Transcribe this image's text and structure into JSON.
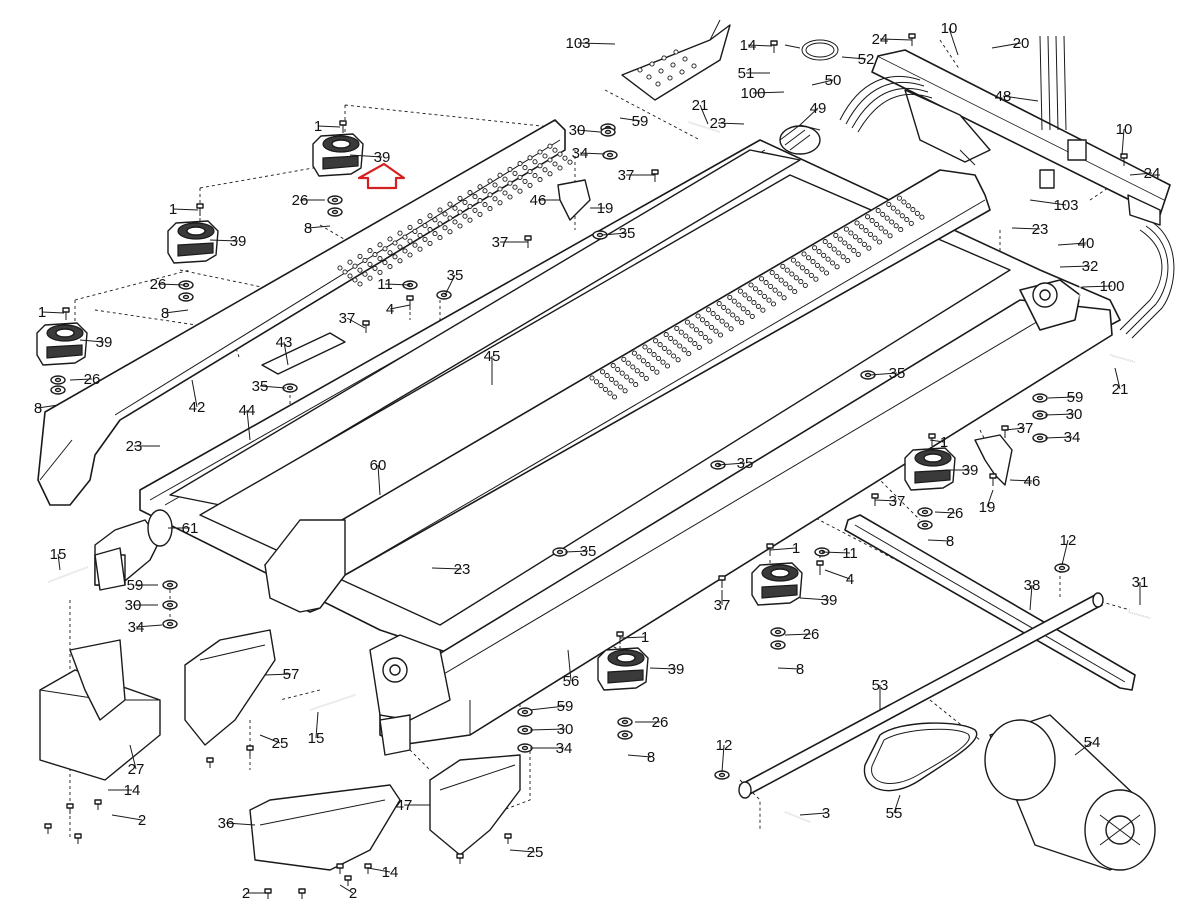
{
  "diagram": {
    "type": "exploded-parts-diagram",
    "highlight": {
      "part": "39",
      "color": "#d42020",
      "shape": "up-arrow"
    },
    "callouts": [
      {
        "id": "c1",
        "label": "103"
      },
      {
        "id": "c2",
        "label": "14"
      },
      {
        "id": "c3",
        "label": "52"
      },
      {
        "id": "c4",
        "label": "24"
      },
      {
        "id": "c5",
        "label": "10"
      },
      {
        "id": "c6",
        "label": "20"
      },
      {
        "id": "c7",
        "label": "51"
      },
      {
        "id": "c8",
        "label": "50"
      },
      {
        "id": "c9",
        "label": "100"
      },
      {
        "id": "c10",
        "label": "49"
      },
      {
        "id": "c11",
        "label": "48"
      },
      {
        "id": "c12",
        "label": "21"
      },
      {
        "id": "c13",
        "label": "59"
      },
      {
        "id": "c14",
        "label": "23"
      },
      {
        "id": "c15",
        "label": "30"
      },
      {
        "id": "c16",
        "label": "34"
      },
      {
        "id": "c17",
        "label": "37"
      },
      {
        "id": "c18",
        "label": "1"
      },
      {
        "id": "c19",
        "label": "39"
      },
      {
        "id": "c20",
        "label": "26"
      },
      {
        "id": "c21",
        "label": "8"
      },
      {
        "id": "c22",
        "label": "46"
      },
      {
        "id": "c23",
        "label": "19"
      },
      {
        "id": "c24",
        "label": "35"
      },
      {
        "id": "c25",
        "label": "10"
      },
      {
        "id": "c26",
        "label": "24"
      },
      {
        "id": "c27",
        "label": "103"
      },
      {
        "id": "c28",
        "label": "23"
      },
      {
        "id": "c29",
        "label": "40"
      },
      {
        "id": "c30",
        "label": "32"
      },
      {
        "id": "c31",
        "label": "100"
      },
      {
        "id": "c32",
        "label": "1"
      },
      {
        "id": "c33",
        "label": "39"
      },
      {
        "id": "c34",
        "label": "26"
      },
      {
        "id": "c35",
        "label": "8"
      },
      {
        "id": "c36",
        "label": "37"
      },
      {
        "id": "c37",
        "label": "1"
      },
      {
        "id": "c38",
        "label": "39"
      },
      {
        "id": "c39",
        "label": "26"
      },
      {
        "id": "c40",
        "label": "8"
      },
      {
        "id": "c41",
        "label": "11"
      },
      {
        "id": "c42",
        "label": "4"
      },
      {
        "id": "c43",
        "label": "35"
      },
      {
        "id": "c44",
        "label": "37"
      },
      {
        "id": "c45",
        "label": "43"
      },
      {
        "id": "c46",
        "label": "45"
      },
      {
        "id": "c47",
        "label": "42"
      },
      {
        "id": "c48",
        "label": "44"
      },
      {
        "id": "c49",
        "label": "35"
      },
      {
        "id": "c50",
        "label": "23"
      },
      {
        "id": "c51",
        "label": "60"
      },
      {
        "id": "c52",
        "label": "61"
      },
      {
        "id": "c53",
        "label": "15"
      },
      {
        "id": "c54",
        "label": "59"
      },
      {
        "id": "c55",
        "label": "30"
      },
      {
        "id": "c56",
        "label": "34"
      },
      {
        "id": "c57",
        "label": "35"
      },
      {
        "id": "c58",
        "label": "21"
      },
      {
        "id": "c59",
        "label": "59"
      },
      {
        "id": "c60",
        "label": "30"
      },
      {
        "id": "c61",
        "label": "37"
      },
      {
        "id": "c62",
        "label": "34"
      },
      {
        "id": "c63",
        "label": "1"
      },
      {
        "id": "c64",
        "label": "39"
      },
      {
        "id": "c65",
        "label": "46"
      },
      {
        "id": "c66",
        "label": "37"
      },
      {
        "id": "c67",
        "label": "26"
      },
      {
        "id": "c68",
        "label": "19"
      },
      {
        "id": "c69",
        "label": "8"
      },
      {
        "id": "c70",
        "label": "35"
      },
      {
        "id": "c71",
        "label": "35"
      },
      {
        "id": "c72",
        "label": "1"
      },
      {
        "id": "c73",
        "label": "11"
      },
      {
        "id": "c74",
        "label": "4"
      },
      {
        "id": "c75",
        "label": "37"
      },
      {
        "id": "c76",
        "label": "39"
      },
      {
        "id": "c77",
        "label": "26"
      },
      {
        "id": "c78",
        "label": "8"
      },
      {
        "id": "c79",
        "label": "23"
      },
      {
        "id": "c80",
        "label": "12"
      },
      {
        "id": "c81",
        "label": "38"
      },
      {
        "id": "c82",
        "label": "31"
      },
      {
        "id": "c83",
        "label": "57"
      },
      {
        "id": "c84",
        "label": "56"
      },
      {
        "id": "c85",
        "label": "1"
      },
      {
        "id": "c86",
        "label": "39"
      },
      {
        "id": "c87",
        "label": "26"
      },
      {
        "id": "c88",
        "label": "8"
      },
      {
        "id": "c89",
        "label": "59"
      },
      {
        "id": "c90",
        "label": "30"
      },
      {
        "id": "c91",
        "label": "34"
      },
      {
        "id": "c92",
        "label": "25"
      },
      {
        "id": "c93",
        "label": "15"
      },
      {
        "id": "c94",
        "label": "53"
      },
      {
        "id": "c95",
        "label": "54"
      },
      {
        "id": "c96",
        "label": "12"
      },
      {
        "id": "c97",
        "label": "55"
      },
      {
        "id": "c98",
        "label": "3"
      },
      {
        "id": "c99",
        "label": "27"
      },
      {
        "id": "c100",
        "label": "14"
      },
      {
        "id": "c101",
        "label": "2"
      },
      {
        "id": "c102",
        "label": "36"
      },
      {
        "id": "c103",
        "label": "47"
      },
      {
        "id": "c104",
        "label": "25"
      },
      {
        "id": "c105",
        "label": "14"
      },
      {
        "id": "c106",
        "label": "2"
      },
      {
        "id": "c107",
        "label": "2"
      }
    ]
  }
}
